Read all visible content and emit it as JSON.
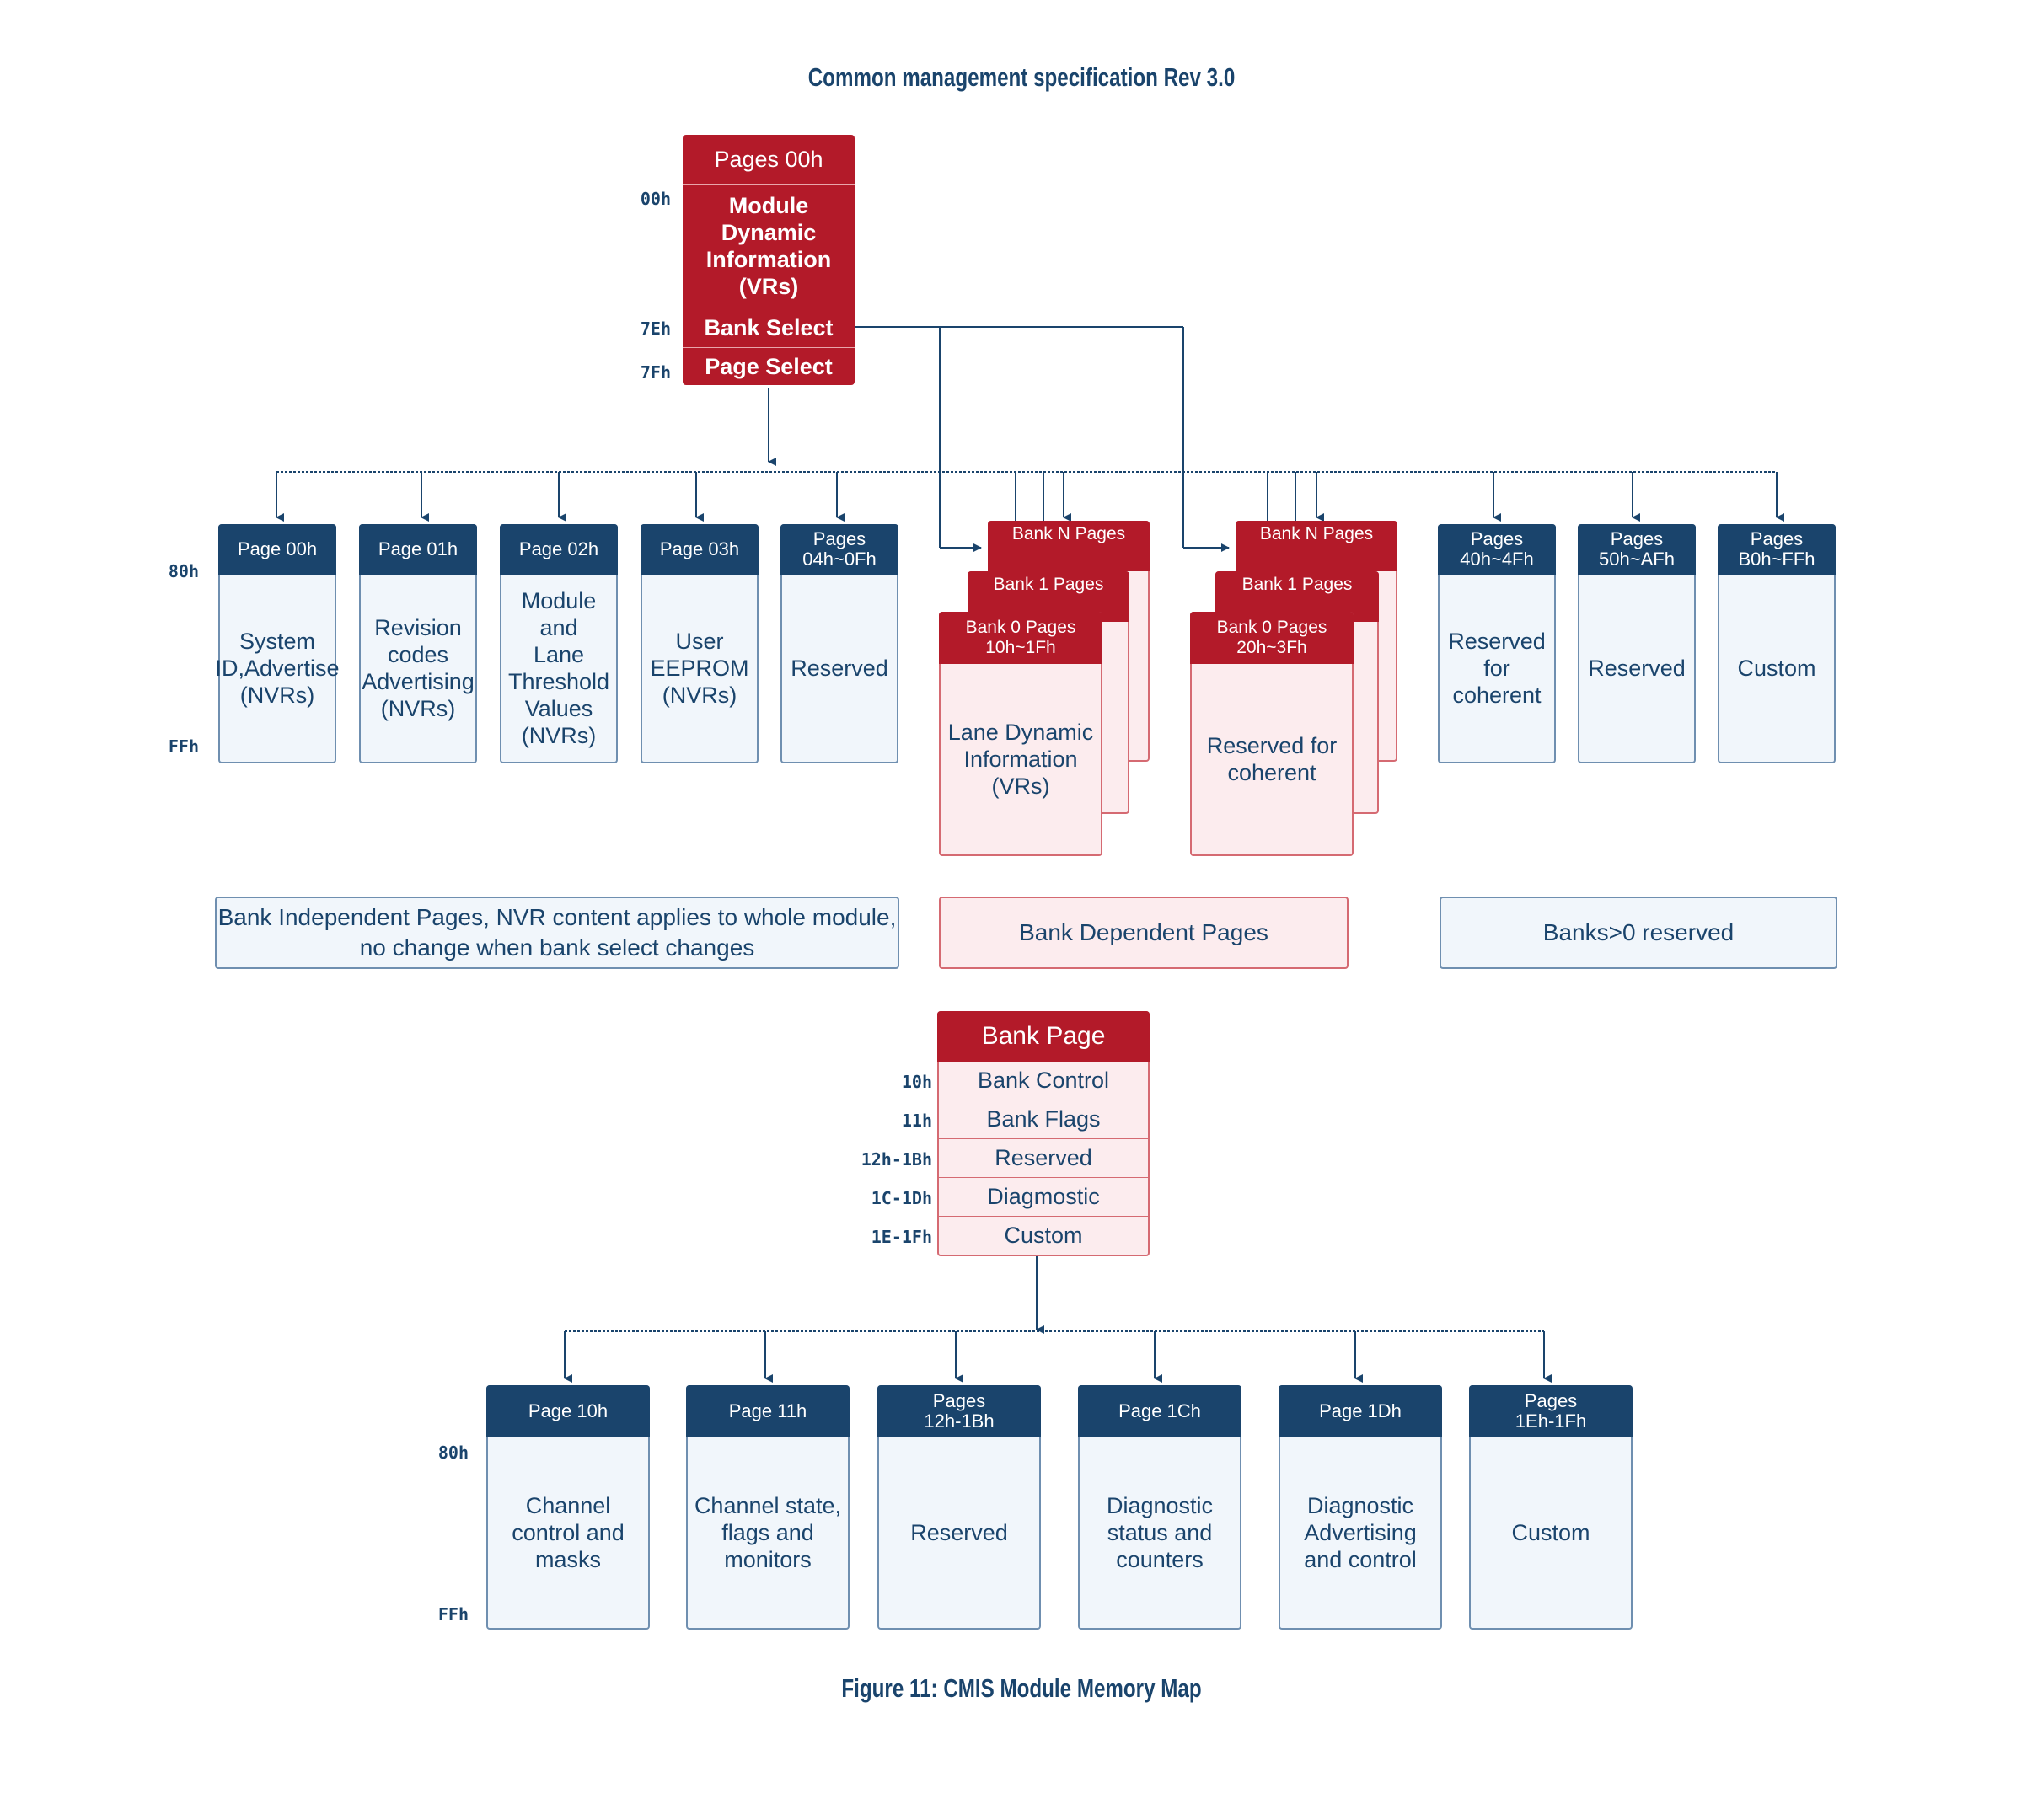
{
  "title": "Common management specification Rev 3.0",
  "caption": "Figure 11: CMIS Module Memory Map",
  "lower_page": {
    "header": "Pages 00h",
    "addr_00": "00h",
    "addr_7E": "7Eh",
    "addr_7F": "7Fh",
    "body": "Module Dynamic\nInformation\n(VRs)",
    "bank_select": "Bank Select",
    "page_select": "Page Select"
  },
  "upper_addr": {
    "start": "80h",
    "end": "FFh"
  },
  "independent_pages": [
    {
      "header": "Page 00h",
      "body": "System\nID,Advertise\n(NVRs)"
    },
    {
      "header": "Page 01h",
      "body": "Revision\ncodes\nAdvertising\n(NVRs)"
    },
    {
      "header": "Page 02h",
      "body": "Module and\nLane\nThreshold\nValues\n(NVRs)"
    },
    {
      "header": "Page 03h",
      "body": "User\nEEPROM\n(NVRs)"
    },
    {
      "header": "Pages\n04h~0Fh",
      "body": "Reserved"
    }
  ],
  "dependent_groups": [
    {
      "bank_n": "Bank N Pages",
      "bank_1": "Bank 1 Pages",
      "bank_0": "Bank 0 Pages\n10h~1Fh",
      "body": "Lane Dynamic\nInformation\n(VRs)"
    },
    {
      "bank_n": "Bank N Pages",
      "bank_1": "Bank 1 Pages",
      "bank_0": "Bank 0 Pages\n20h~3Fh",
      "body": "Reserved for\ncoherent"
    }
  ],
  "reserved_pages": [
    {
      "header": "Pages\n40h~4Fh",
      "body": "Reserved\nfor\ncoherent"
    },
    {
      "header": "Pages\n50h~AFh",
      "body": "Reserved"
    },
    {
      "header": "Pages\nB0h~FFh",
      "body": "Custom"
    }
  ],
  "legend": {
    "independent": "Bank Independent Pages, NVR content applies to whole module,\nno change when bank select changes",
    "dependent": "Bank Dependent Pages",
    "banks_reserved": "Banks>0 reserved"
  },
  "bank_page": {
    "header": "Bank Page",
    "rows": [
      {
        "addr": "10h",
        "label": "Bank Control"
      },
      {
        "addr": "11h",
        "label": "Bank Flags"
      },
      {
        "addr": "12h-1Bh",
        "label": "Reserved"
      },
      {
        "addr": "1C-1Dh",
        "label": "Diagmostic"
      },
      {
        "addr": "1E-1Fh",
        "label": "Custom"
      }
    ]
  },
  "bank_pages": [
    {
      "header": "Page 10h",
      "body": "Channel\ncontrol and\nmasks"
    },
    {
      "header": "Page 11h",
      "body": "Channel state,\nflags and\nmonitors"
    },
    {
      "header": "Pages\n12h-1Bh",
      "body": "Reserved"
    },
    {
      "header": "Page 1Ch",
      "body": "Diagnostic\nstatus and\ncounters"
    },
    {
      "header": "Page 1Dh",
      "body": "Diagnostic\nAdvertising\nand control"
    },
    {
      "header": "Pages\n1Eh-1Fh",
      "body": "Custom"
    }
  ],
  "colors": {
    "navy": "#1a446c",
    "red": "#b31a29",
    "light_blue": "#f1f6fb",
    "light_red": "#fcecee"
  }
}
